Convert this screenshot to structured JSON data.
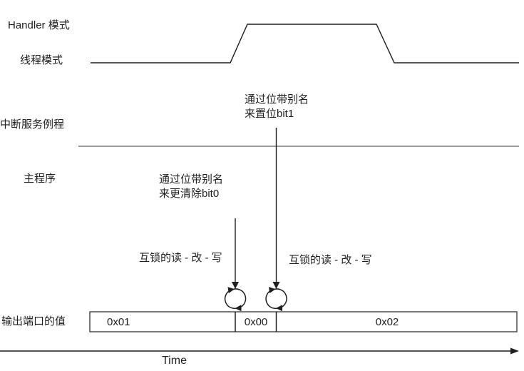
{
  "diagram": {
    "row_labels": {
      "handler_mode": "Handler 模式",
      "thread_mode": "线程模式",
      "isr": "中断服务例程",
      "main_program": "主程序",
      "output_port": "输出端口的值"
    },
    "annotations": {
      "set_bit1_line1": "通过位带别名",
      "set_bit1_line2": "来置位bit1",
      "clear_bit0_line1": "通过位带别名",
      "clear_bit0_line2": "来更清除bit0",
      "rmw_left": "互锁的读 - 改 - 写",
      "rmw_right": "互锁的读 - 改 - 写"
    },
    "output_values": [
      "0x01",
      "0x00",
      "0x02"
    ],
    "time_axis_label": "Time",
    "colors": {
      "ink": "#1f1f1f",
      "gray_line": "#999999",
      "box_border": "#4d4d4d"
    }
  }
}
